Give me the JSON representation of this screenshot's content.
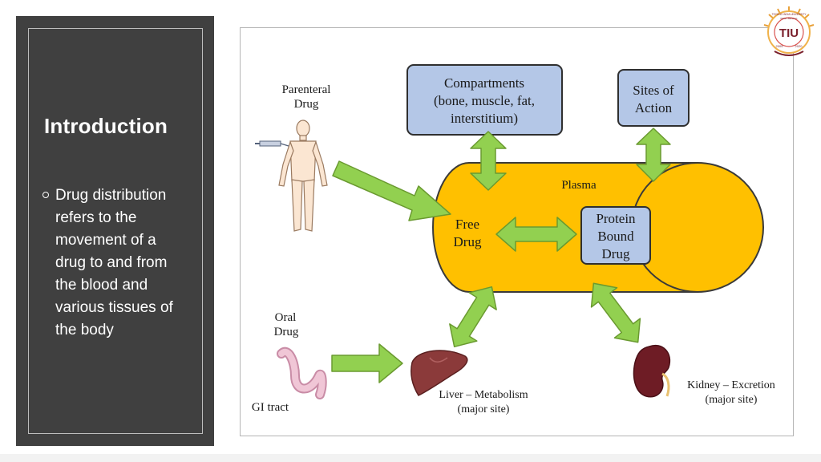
{
  "sidebar": {
    "title": "Introduction",
    "bullet_lines": [
      "Drug distribution",
      "refers to the",
      "movement of a",
      "drug to and from",
      "the blood and",
      "various tissues of",
      "the body"
    ]
  },
  "logo": {
    "text": "TIU",
    "ring_lines": [
      "TECHNO INDIA UNIVERSITY",
      "WEST BENGAL"
    ],
    "years": [
      "2005",
      "2020"
    ]
  },
  "diagram": {
    "parenteral": [
      "Parenteral",
      "Drug"
    ],
    "oral": [
      "Oral",
      "Drug"
    ],
    "gi_tract": "GI tract",
    "compartments": [
      "Compartments",
      "(bone, muscle, fat,",
      "interstitium)"
    ],
    "sites": [
      "Sites of",
      "Action"
    ],
    "plasma": "Plasma",
    "free_drug": [
      "Free",
      "Drug"
    ],
    "protein_bound": [
      "Protein",
      "Bound",
      "Drug"
    ],
    "liver": [
      "Liver – Metabolism",
      "(major site)"
    ],
    "kidney": [
      "Kidney – Excretion",
      "(major site)"
    ]
  },
  "colors": {
    "sidebar_bg": "#404040",
    "box_fill": "#b4c7e7",
    "plasma_fill": "#ffc000",
    "arrow_fill": "#92d050",
    "liver": "#8b3a3a",
    "kidney": "#6e1c25",
    "gi": "#e8b4c8"
  }
}
